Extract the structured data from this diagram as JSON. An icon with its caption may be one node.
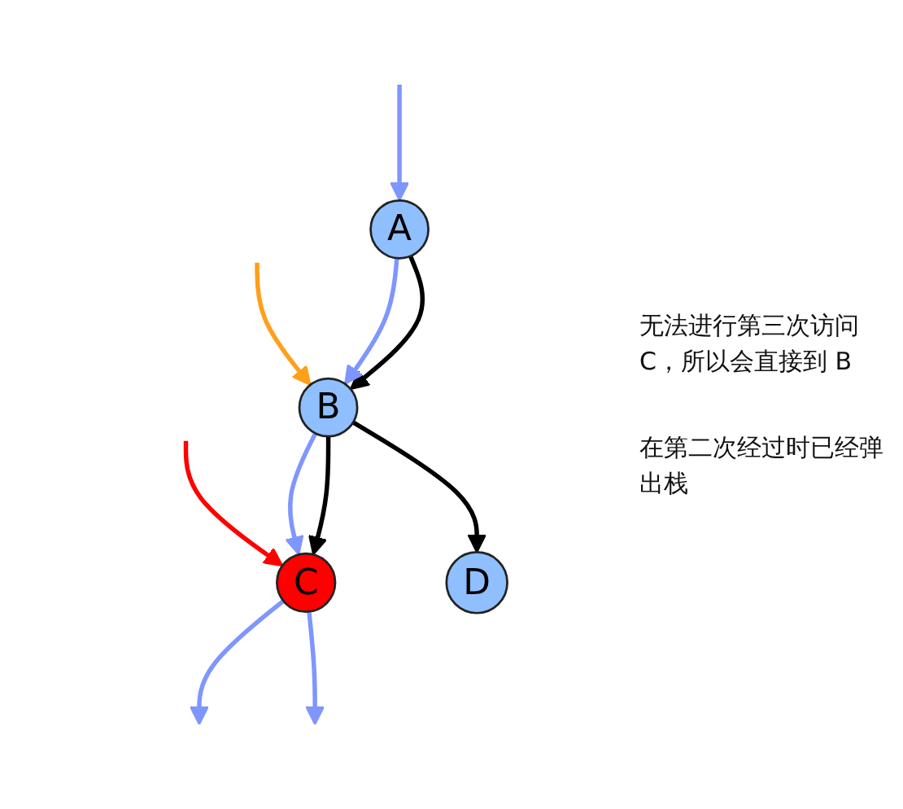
{
  "diagram": {
    "nodes": [
      {
        "text": [
          "A"
        ]
      },
      {
        "text": [
          "B"
        ]
      },
      {
        "text": [
          "C"
        ]
      },
      {
        "text": [
          "D"
        ]
      }
    ],
    "edges": [
      {
        "from": 0,
        "to": 1,
        "arrow": "to",
        "color": "#000000"
      },
      {
        "from": 1,
        "to": 2,
        "arrow": "to",
        "color": "#000000"
      },
      {
        "from": 1,
        "to": 3,
        "arrow": "to",
        "color": "#000000"
      },
      {
        "from": null,
        "to": 0,
        "arrow": "to",
        "color": "#7f96ff"
      },
      {
        "from": 0,
        "to": 1,
        "arrow": "to",
        "color": "#7f96ff"
      },
      {
        "from": 1,
        "to": 2,
        "arrow": "to",
        "color": "#7f96ff"
      },
      {
        "from": 2,
        "to": null,
        "arrow": "to",
        "color": "#7f96ff"
      },
      {
        "from": null,
        "to": 2,
        "arrow": "to",
        "color": "#ff0000"
      },
      {
        "from": 2,
        "to": null,
        "arrow": "to",
        "color": "#7f96ff"
      },
      {
        "from": null,
        "to": 1,
        "arrow": "to",
        "color": "#ff9f1a"
      }
    ],
    "labels": [
      "无法进行第三次访问 C，所以会直接到 B",
      "在第二次经过时已经弹出栈"
    ]
  }
}
